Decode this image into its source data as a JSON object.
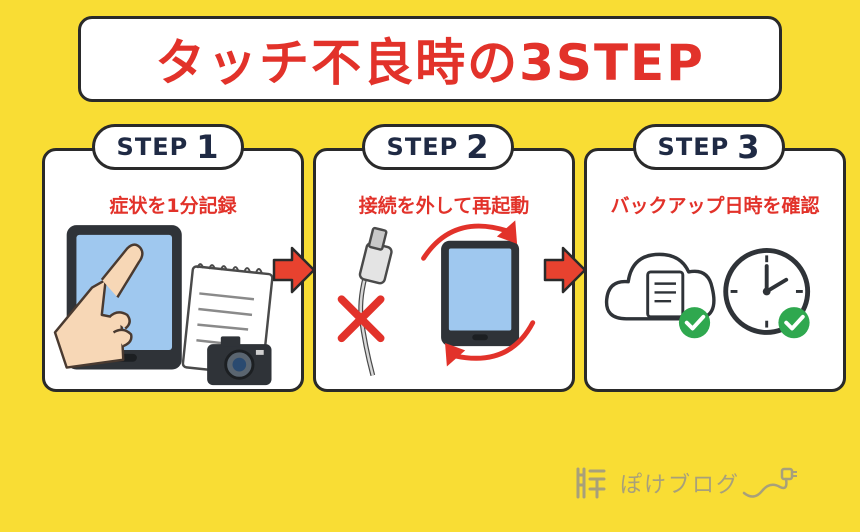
{
  "title": "タッチ不良時の3STEP",
  "steps": [
    {
      "label": "STEP",
      "number": "1",
      "subtitle": "症状を1分記録"
    },
    {
      "label": "STEP",
      "number": "2",
      "subtitle": "接続を外して再起動"
    },
    {
      "label": "STEP",
      "number": "3",
      "subtitle": "バックアップ日時を確認"
    }
  ],
  "watermark": {
    "text": "ぽけブログ"
  },
  "colors": {
    "background": "#f9dd34",
    "accent_red": "#e2322a",
    "navy": "#1f2a44",
    "check_green": "#2fa84f"
  }
}
